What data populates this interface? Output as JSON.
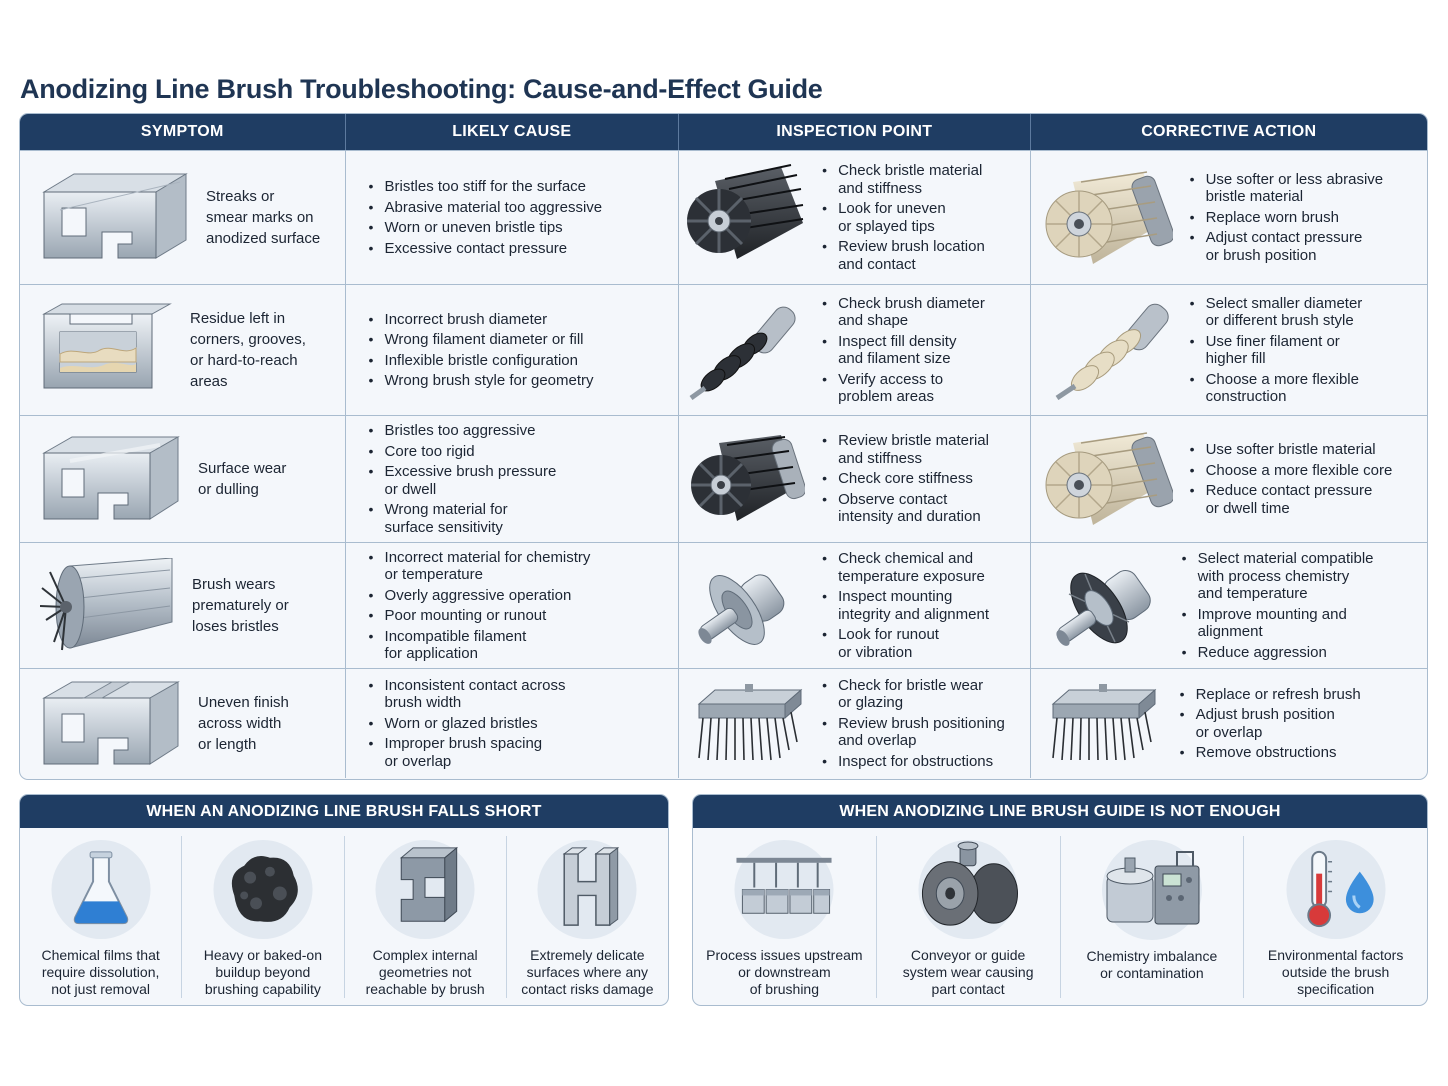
{
  "title": "Anodizing Line Brush Troubleshooting: Cause-and-Effect Guide",
  "columns": [
    "SYMPTOM",
    "LIKELY CAUSE",
    "INSPECTION POINT",
    "CORRECTIVE ACTION"
  ],
  "rows": [
    {
      "symptom": "Streaks or\nsmear marks on\nanodized surface",
      "causes": [
        "Bristles too stiff for the surface",
        "Abrasive material too aggressive",
        "Worn or uneven bristle tips",
        "Excessive contact pressure"
      ],
      "inspection": [
        "Check bristle material\nand stiffness",
        "Look for uneven\nor splayed tips",
        "Review brush location\nand contact"
      ],
      "actions": [
        "Use softer or less abrasive\nbristle material",
        "Replace worn brush",
        "Adjust contact pressure\nor brush position"
      ]
    },
    {
      "symptom": "Residue left in\ncorners, grooves,\nor hard-to-reach\nareas",
      "causes": [
        "Incorrect brush diameter",
        "Wrong filament diameter or fill",
        "Inflexible bristle configuration",
        "Wrong brush style for geometry"
      ],
      "inspection": [
        "Check brush diameter\nand shape",
        "Inspect fill density\nand filament size",
        "Verify access to\nproblem areas"
      ],
      "actions": [
        "Select smaller diameter\nor different brush style",
        "Use finer filament or\nhigher fill",
        "Choose a more flexible\nconstruction"
      ]
    },
    {
      "symptom": "Surface wear\nor dulling",
      "causes": [
        "Bristles too aggressive",
        "Core too rigid",
        "Excessive brush pressure\nor dwell",
        "Wrong material for\nsurface sensitivity"
      ],
      "inspection": [
        "Review bristle material\nand stiffness",
        "Check core stiffness",
        "Observe contact\nintensity and duration"
      ],
      "actions": [
        "Use softer bristle material",
        "Choose a more flexible core",
        "Reduce contact pressure\nor dwell time"
      ]
    },
    {
      "symptom": "Brush wears\nprematurely or\nloses bristles",
      "causes": [
        "Incorrect material for chemistry\nor temperature",
        "Overly aggressive operation",
        "Poor mounting or runout",
        "Incompatible filament\nfor application"
      ],
      "inspection": [
        "Check chemical and\ntemperature exposure",
        "Inspect mounting\nintegrity and alignment",
        "Look for runout\nor vibration"
      ],
      "actions": [
        "Select material compatible\nwith process chemistry\nand temperature",
        "Improve mounting and\nalignment",
        "Reduce aggression"
      ]
    },
    {
      "symptom": "Uneven finish\nacross width\nor length",
      "causes": [
        "Inconsistent contact across\nbrush width",
        "Worn or glazed bristles",
        "Improper brush spacing\nor overlap"
      ],
      "inspection": [
        "Check for bristle wear\nor glazing",
        "Review brush positioning\nand overlap",
        "Inspect for obstructions"
      ],
      "actions": [
        "Replace or refresh brush",
        "Adjust brush position\nor overlap",
        "Remove obstructions"
      ]
    }
  ],
  "panel_left": {
    "title": "WHEN AN ANODIZING LINE BRUSH FALLS SHORT",
    "items": [
      {
        "icon": "flask-icon",
        "caption": "Chemical films that\nrequire dissolution,\nnot just removal"
      },
      {
        "icon": "buildup-icon",
        "caption": "Heavy or baked-on\nbuildup beyond\nbrushing capability"
      },
      {
        "icon": "profile-icon",
        "caption": "Complex internal\ngeometries not\nreachable by brush"
      },
      {
        "icon": "delicate-part-icon",
        "caption": "Extremely delicate\nsurfaces where any\ncontact risks damage"
      }
    ]
  },
  "panel_right": {
    "title": "WHEN ANODIZING LINE BRUSH GUIDE IS NOT ENOUGH",
    "items": [
      {
        "icon": "tank-line-icon",
        "caption": "Process issues upstream\nor downstream\nof brushing"
      },
      {
        "icon": "conveyor-roller-icon",
        "caption": "Conveyor or guide\nsystem wear causing\npart contact"
      },
      {
        "icon": "chemistry-tank-icon",
        "caption": "Chemistry imbalance\nor contamination"
      },
      {
        "icon": "thermometer-drop-icon",
        "caption": "Environmental factors\noutside the brush\nspecification"
      }
    ]
  }
}
